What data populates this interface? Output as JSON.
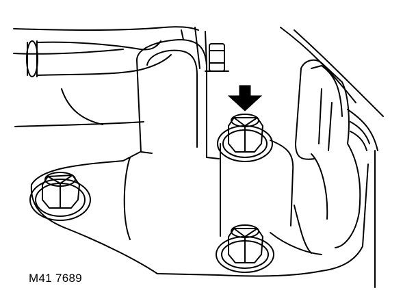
{
  "figure": {
    "label": "M41 7689"
  },
  "colors": {
    "line": "#000000",
    "background": "#ffffff"
  },
  "callouts": [
    {
      "name": "arrow",
      "icon": "down-arrow-icon",
      "target": "top-center-bolt"
    }
  ]
}
